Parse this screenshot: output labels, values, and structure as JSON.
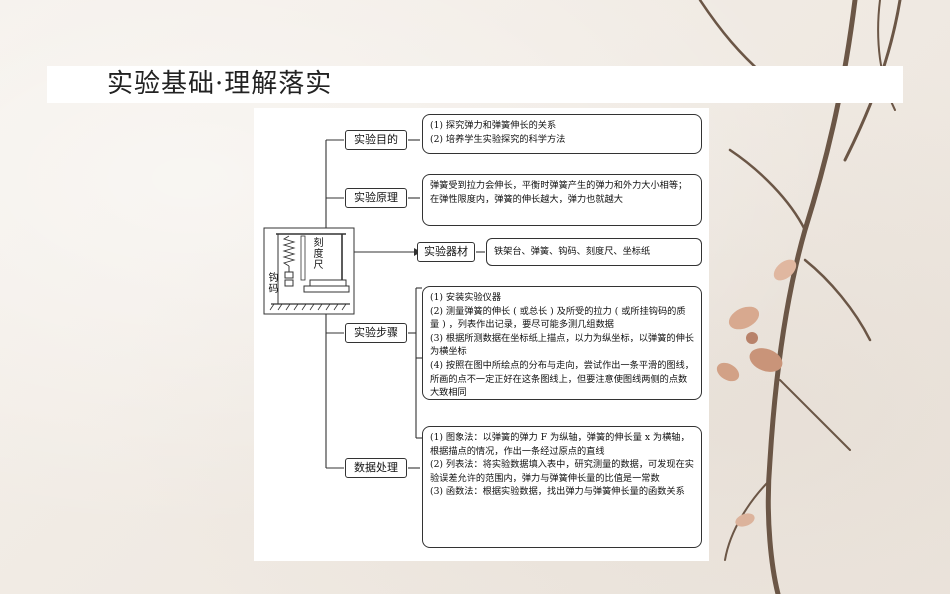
{
  "title": "实验基础·理解落实",
  "apparatus": {
    "ruler_label": "刻度尺",
    "weight_label": "钩码"
  },
  "nodes": [
    {
      "label": "实验目的",
      "lines": [
        "(1) 探究弹力和弹簧伸长的关系",
        "(2) 培养学生实验探究的科学方法"
      ]
    },
    {
      "label": "实验原理",
      "lines": [
        "弹簧受到拉力会伸长，平衡时弹簧产生的弹力和外力大小相等；在弹性限度内，弹簧的伸长越大，弹力也就越大"
      ]
    },
    {
      "label": "实验器材",
      "lines": [
        "铁架台、弹簧、钩码、刻度尺、坐标纸"
      ]
    },
    {
      "label": "实验步骤",
      "lines": [
        "(1) 安装实验仪器",
        "(2) 测量弹簧的伸长 ( 或总长 ) 及所受的拉力 ( 或所挂钩码的质量 ) ，列表作出记录，要尽可能多测几组数据",
        "(3) 根据所测数据在坐标纸上描点，以力为纵坐标，以弹簧的伸长为横坐标",
        "(4) 按照在图中所绘点的分布与走向，尝试作出一条平滑的图线，所画的点不一定正好在这条图线上，但要注意使图线两侧的点数大致相同"
      ]
    },
    {
      "label": "数据处理",
      "lines": [
        "(1) 图象法：以弹簧的弹力 F 为纵轴，弹簧的伸长量 x 为横轴，根据描点的情况，作出一条经过原点的直线",
        "(2) 列表法：将实验数据填入表中，研究测量的数据，可发现在实验误差允许的范围内，弹力与弹簧伸长量的比值是一常数",
        "(3) 函数法：根据实验数据，找出弹力与弹簧伸长量的函数关系"
      ]
    }
  ]
}
